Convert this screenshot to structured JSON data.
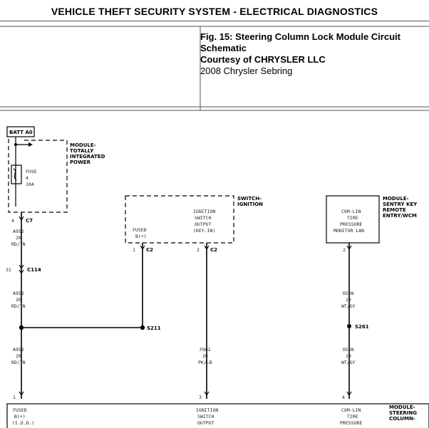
{
  "header": {
    "title": "VEHICLE THEFT SECURITY SYSTEM - ELECTRICAL DIAGNOSTICS"
  },
  "caption": {
    "fig_line1": "Fig. 15: Steering Column Lock Module Circuit",
    "fig_line2": "Schematic",
    "courtesy": "Courtesy of CHRYSLER LLC",
    "vehicle": "2008 Chrysler Sebring"
  },
  "diagram": {
    "batt": "BATT A0",
    "tipm": {
      "l1": "MODULE-",
      "l2": "TOTALLY",
      "l3": "INTEGRATED",
      "l4": "POWER"
    },
    "fuse": {
      "l1": "FUSE",
      "l2": "4",
      "l3": "10A"
    },
    "c7": {
      "pin": "4",
      "name": "C7"
    },
    "w1": {
      "id": "A952",
      "gauge": "20",
      "color": "RD/TN"
    },
    "c114": {
      "pin": "31",
      "name": "C114"
    },
    "w2": {
      "id": "A952",
      "gauge": "20",
      "color": "RD/TN"
    },
    "s211": "S211",
    "w3": {
      "id": "A952",
      "gauge": "20",
      "color": "RD/TN"
    },
    "switch": {
      "l1": "SWITCH-",
      "l2": "IGNITION"
    },
    "fused": {
      "l1": "FUSED",
      "l2": "B(+)"
    },
    "ign_out": {
      "l1": "IGNITION",
      "l2": "SWITCH",
      "l3": "OUTPUT",
      "l4": "(KEY-IN)"
    },
    "c2a": {
      "pin": "1",
      "name": "C2"
    },
    "c2b": {
      "pin": "2",
      "name": "C2"
    },
    "w4": {
      "id": "F802",
      "gauge": "20",
      "color": "PK/LB"
    },
    "skreem": {
      "l1": "MODULE-",
      "l2": "SENTRY KEY",
      "l3": "REMOTE",
      "l4": "ENTRY/WCM"
    },
    "comlin1": {
      "l1": "COM-LIN",
      "l2": "TIRE",
      "l3": "PRESSURE",
      "l4": "MONITOR LAN"
    },
    "pin2": "2",
    "w5": {
      "id": "D508",
      "gauge": "20",
      "color": "WT/GY"
    },
    "s261": "S261",
    "w6": {
      "id": "D508",
      "gauge": "20",
      "color": "WT/GY"
    },
    "pin1": "1",
    "pin3": "3",
    "pin4": "4",
    "sclm": {
      "l1": "MODULE-",
      "l2": "STEERING",
      "l3": "COLUMN-"
    },
    "bot_fused": {
      "l1": "FUSED",
      "l2": "B(+)",
      "l3": "(I.O.D.)"
    },
    "bot_ign": {
      "l1": "IGNITION",
      "l2": "SWITCH",
      "l3": "OUTPUT"
    },
    "bot_com": {
      "l1": "COM-LIN",
      "l2": "TIRE",
      "l3": "PRESSURE"
    }
  }
}
